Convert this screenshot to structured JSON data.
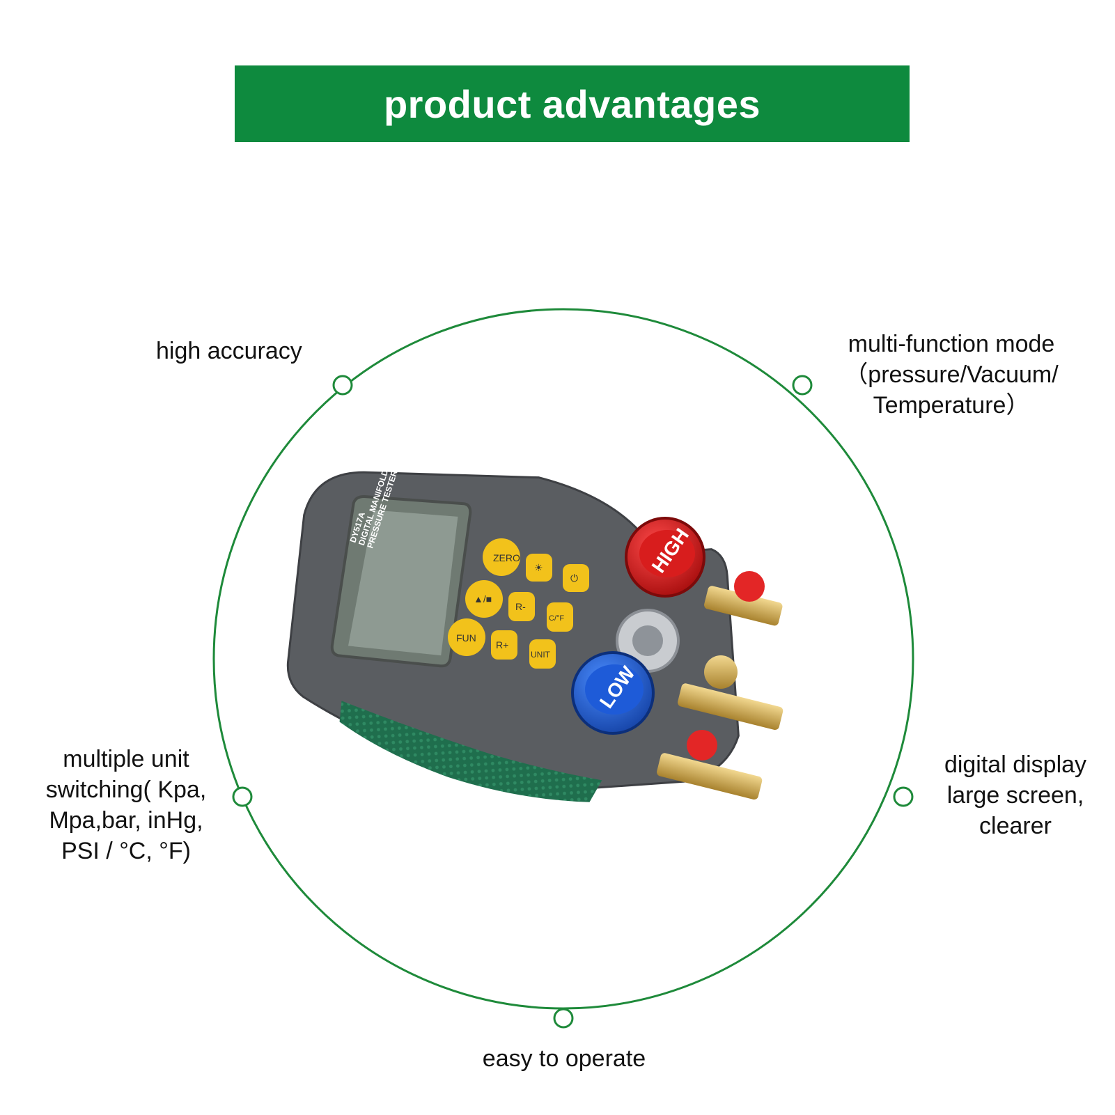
{
  "banner": {
    "title": "product advantages"
  },
  "accent_color": "#0e8a3e",
  "features": {
    "high_accuracy": "high accuracy",
    "multi_function": "multi-function mode\n（pressure/Vacuum/\nTemperature）",
    "unit_switching": "multiple unit\nswitching( Kpa,\nMpa,bar, inHg,\nPSI / °C, °F)",
    "digital_display": "digital display\nlarge screen,\nclearer",
    "easy_operate": "easy to operate"
  },
  "device": {
    "model_lines": [
      "DY517A",
      "DIGITAL MANIFOLD",
      "PRESSURE TESTER"
    ],
    "buttons": [
      "ZERO",
      "☀",
      "⏻",
      "▲/■",
      "R-",
      "C/°F",
      "FUN",
      "R+",
      "UNIT"
    ],
    "knob_high": "HIGH",
    "knob_low": "LOW"
  }
}
